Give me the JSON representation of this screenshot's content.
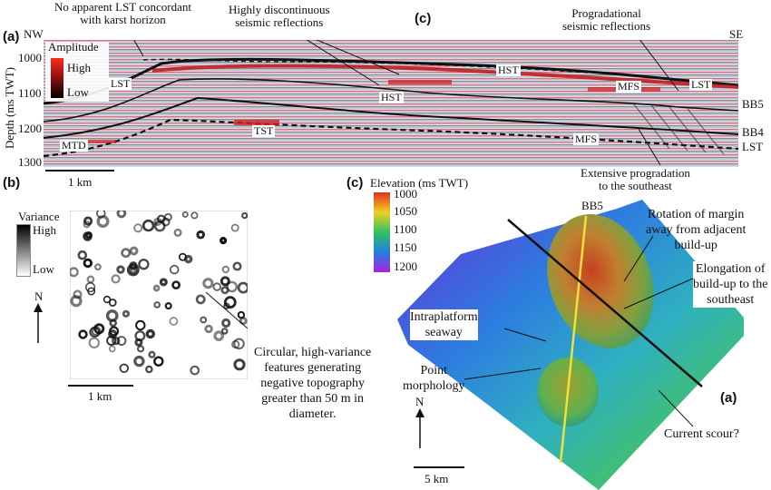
{
  "panel_a": {
    "letter": "(a)",
    "nw": "NW",
    "se": "SE",
    "legend_title": "Amplitude",
    "legend_high": "High",
    "legend_low": "Low",
    "y_axis_label": "Depth (ms TWT)",
    "y_ticks": [
      "1000",
      "1100",
      "1200",
      "1300"
    ],
    "scale_label": "1 km",
    "callout_c": "(c)",
    "ann_lst_concordant": "No apparent LST concordant\nwith karst horizon",
    "ann_discontinuous": "Highly discontinuous\nseismic reflections",
    "ann_progradational": "Progradational\nseismic reflections",
    "ann_extensive": "Extensive progradation\nto the southeast",
    "tags": {
      "lst_left": "LST",
      "mtd": "MTD",
      "tst": "TST",
      "hst_center": "HST",
      "hst_right": "HST",
      "mfs_right": "MFS",
      "mfs_low": "MFS",
      "lst_right": "LST",
      "bb5": "BB5",
      "bb4": "BB4",
      "lst_far": "LST"
    }
  },
  "panel_b": {
    "letter": "(b)",
    "legend_title": "Variance",
    "legend_high": "High",
    "legend_low": "Low",
    "north": "N",
    "scale_label": "1 km",
    "annotation": "Circular, high-variance\nfeatures generating\nnegative topography\ngreater than 50 m in\ndiameter."
  },
  "panel_c": {
    "letter": "(c)",
    "legend_title": "Elevation (ms TWT)",
    "legend_ticks": [
      "1000",
      "1050",
      "1100",
      "1150",
      "1200"
    ],
    "bb5": "BB5",
    "ann_rotation": "Rotation of margin\naway from adjacent\nbuild-up",
    "ann_elongation": "Elongation of\nbuild-up to the\nsoutheast",
    "ann_seaway": "Intraplatform\nseaway",
    "ann_point": "Point\nmorphology",
    "ann_scour": "Current scour?",
    "callout_a": "(a)",
    "north": "N",
    "scale_label": "5 km"
  },
  "colors": {
    "amplitude_high": "#d01010",
    "amplitude_low": "#111111",
    "elev_1000": "#e03020",
    "elev_1050": "#f0d020",
    "elev_1100": "#30c060",
    "elev_1150": "#2080e0",
    "elev_1200": "#b020e0",
    "bb5_line": "#f0e040"
  }
}
